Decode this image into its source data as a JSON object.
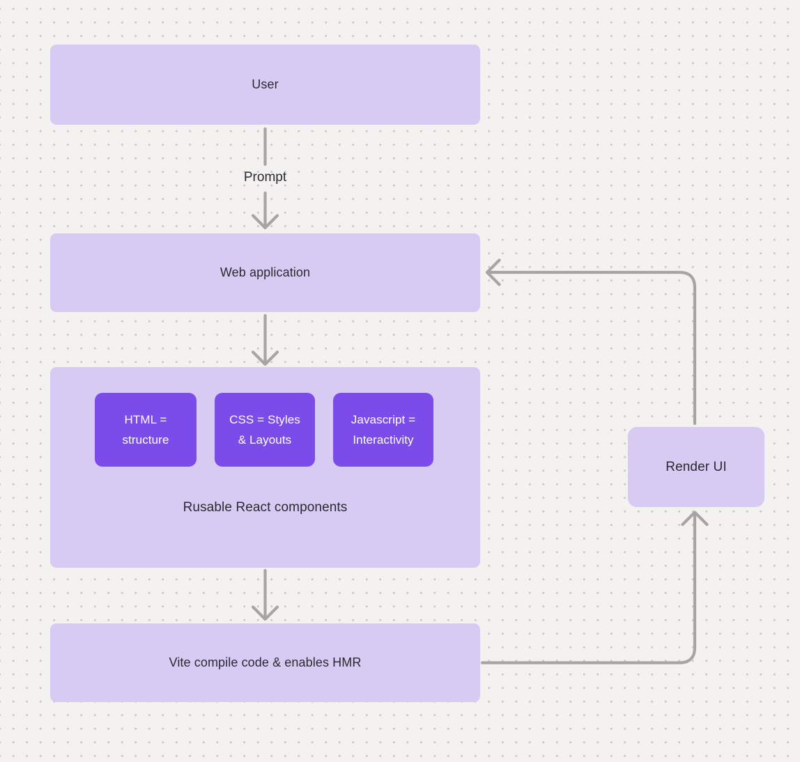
{
  "diagram": {
    "nodes": {
      "user": {
        "label": "User"
      },
      "web_application": {
        "label": "Web application"
      },
      "components_group": {
        "caption": "Rusable React components",
        "chips": [
          {
            "name": "html",
            "line1": "HTML =",
            "line2": "structure",
            "full_label": "HTML = structure"
          },
          {
            "name": "css",
            "line1": "CSS = Styles",
            "line2": "& Layouts",
            "full_label": "CSS = Styles & Layouts"
          },
          {
            "name": "javascript",
            "line1": "Javascript =",
            "line2": "Interactivity",
            "full_label": "Javascript = Interactivity"
          }
        ]
      },
      "vite": {
        "label": "Vite compile code & enables HMR"
      },
      "render_ui": {
        "label": "Render UI"
      }
    },
    "edge_labels": {
      "prompt": "Prompt"
    },
    "edges": [
      {
        "from": "user",
        "to": "web_application",
        "label": "Prompt"
      },
      {
        "from": "web_application",
        "to": "components_group",
        "label": ""
      },
      {
        "from": "components_group",
        "to": "vite",
        "label": ""
      },
      {
        "from": "vite",
        "to": "render_ui",
        "label": ""
      },
      {
        "from": "render_ui",
        "to": "web_application",
        "label": ""
      }
    ],
    "colors": {
      "background": "#F3F2F0",
      "dot_grid": "#C8C6C3",
      "node_fill": "#D7CAF3",
      "chip_fill": "#7C4CEA",
      "chip_text": "#FFFFFF",
      "arrow": "#A7A5A3",
      "text": "#2A2A31"
    }
  }
}
